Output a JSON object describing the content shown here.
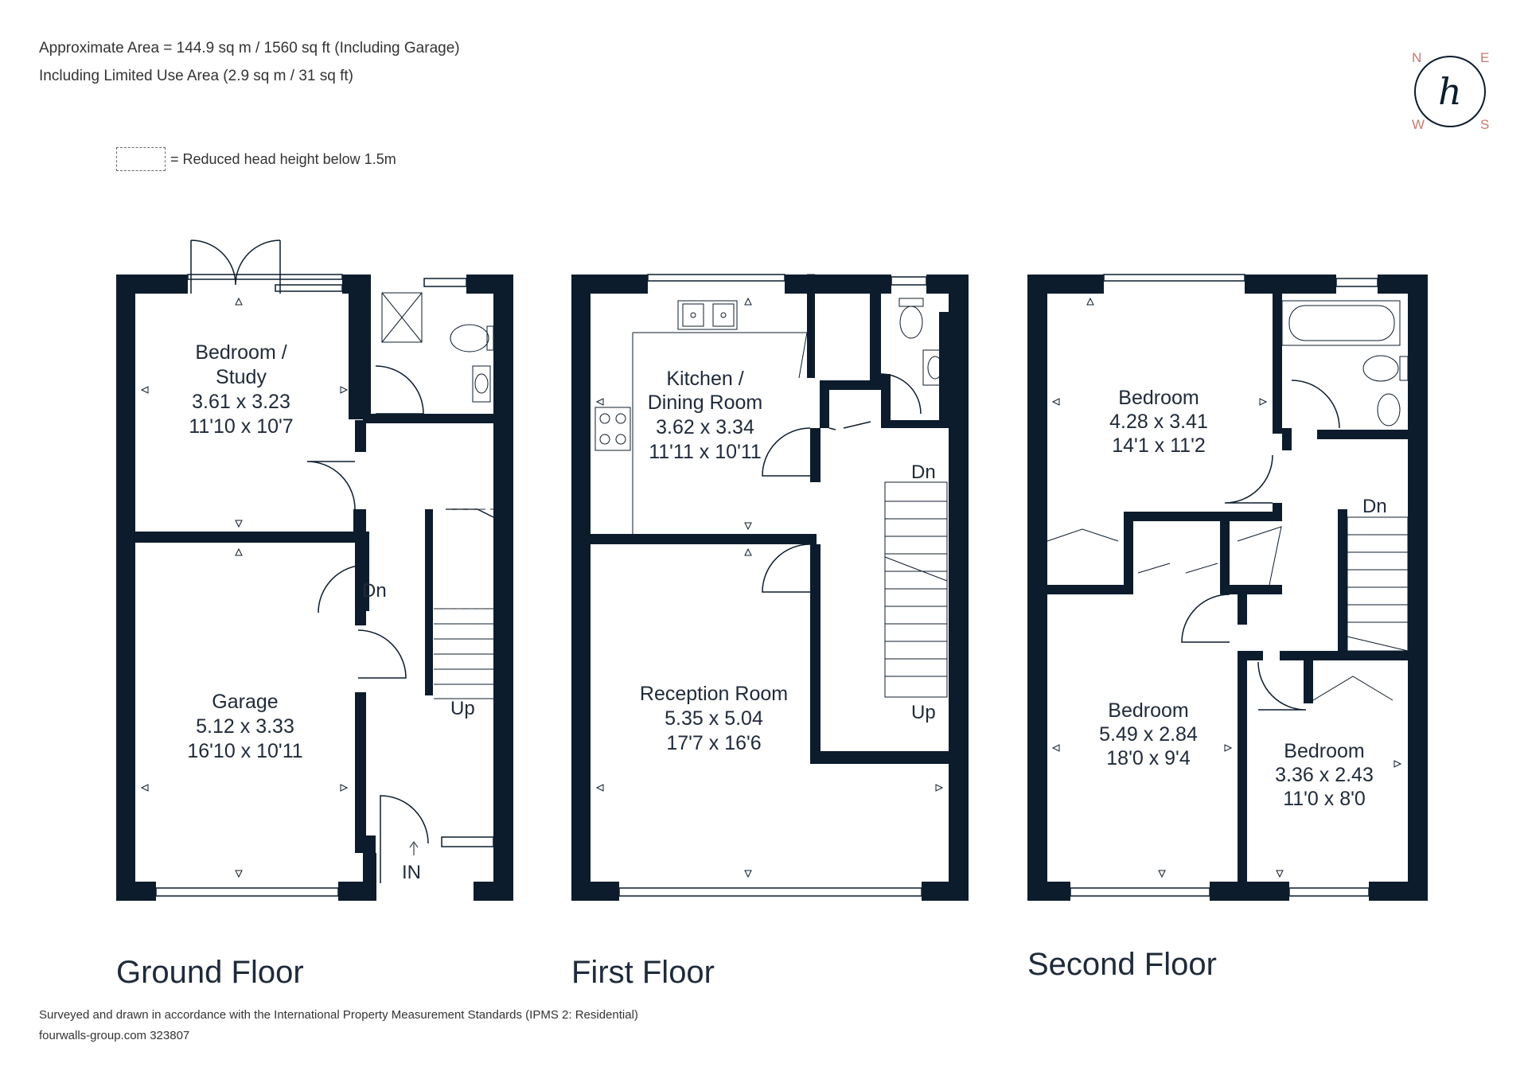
{
  "header": {
    "area_line": "Approximate Area = 144.9 sq m / 1560 sq ft (Including Garage)",
    "limited_use_line": "Including Limited Use Area (2.9 sq m / 31 sq ft)"
  },
  "legend": {
    "label": "= Reduced head height below 1.5m"
  },
  "compass": {
    "n": "N",
    "e": "E",
    "w": "W",
    "s": "S",
    "logo": "h"
  },
  "floors": {
    "ground": {
      "title": "Ground Floor",
      "bedroom_study": {
        "name_line1": "Bedroom /",
        "name_line2": "Study",
        "metric": "3.61 x 3.23",
        "imperial": "11'10 x 10'7"
      },
      "garage": {
        "name": "Garage",
        "metric": "5.12 x 3.33",
        "imperial": "16'10 x 10'11"
      },
      "stairs_down": "Dn",
      "stairs_up": "Up",
      "entrance": "IN"
    },
    "first": {
      "title": "First Floor",
      "kitchen": {
        "name_line1": "Kitchen /",
        "name_line2": "Dining Room",
        "metric": "3.62 x 3.34",
        "imperial": "11'11 x 10'11"
      },
      "reception": {
        "name": "Reception Room",
        "metric": "5.35 x 5.04",
        "imperial": "17'7 x 16'6"
      },
      "stairs_down": "Dn",
      "stairs_up": "Up"
    },
    "second": {
      "title": "Second Floor",
      "bedroom_a": {
        "name": "Bedroom",
        "metric": "4.28 x 3.41",
        "imperial": "14'1 x 11'2"
      },
      "bedroom_b": {
        "name": "Bedroom",
        "metric": "5.49 x 2.84",
        "imperial": "18'0 x 9'4"
      },
      "bedroom_c": {
        "name": "Bedroom",
        "metric": "3.36 x 2.43",
        "imperial": "11'0 x 8'0"
      },
      "stairs_down": "Dn"
    }
  },
  "footer": {
    "standards": "Surveyed and drawn in accordance with the International Property Measurement Standards (IPMS 2: Residential)",
    "ref": "fourwalls-group.com 323807"
  },
  "colors": {
    "wall": "#0c1c2c",
    "accent": "#c9796f",
    "text": "#1f2a3a"
  }
}
